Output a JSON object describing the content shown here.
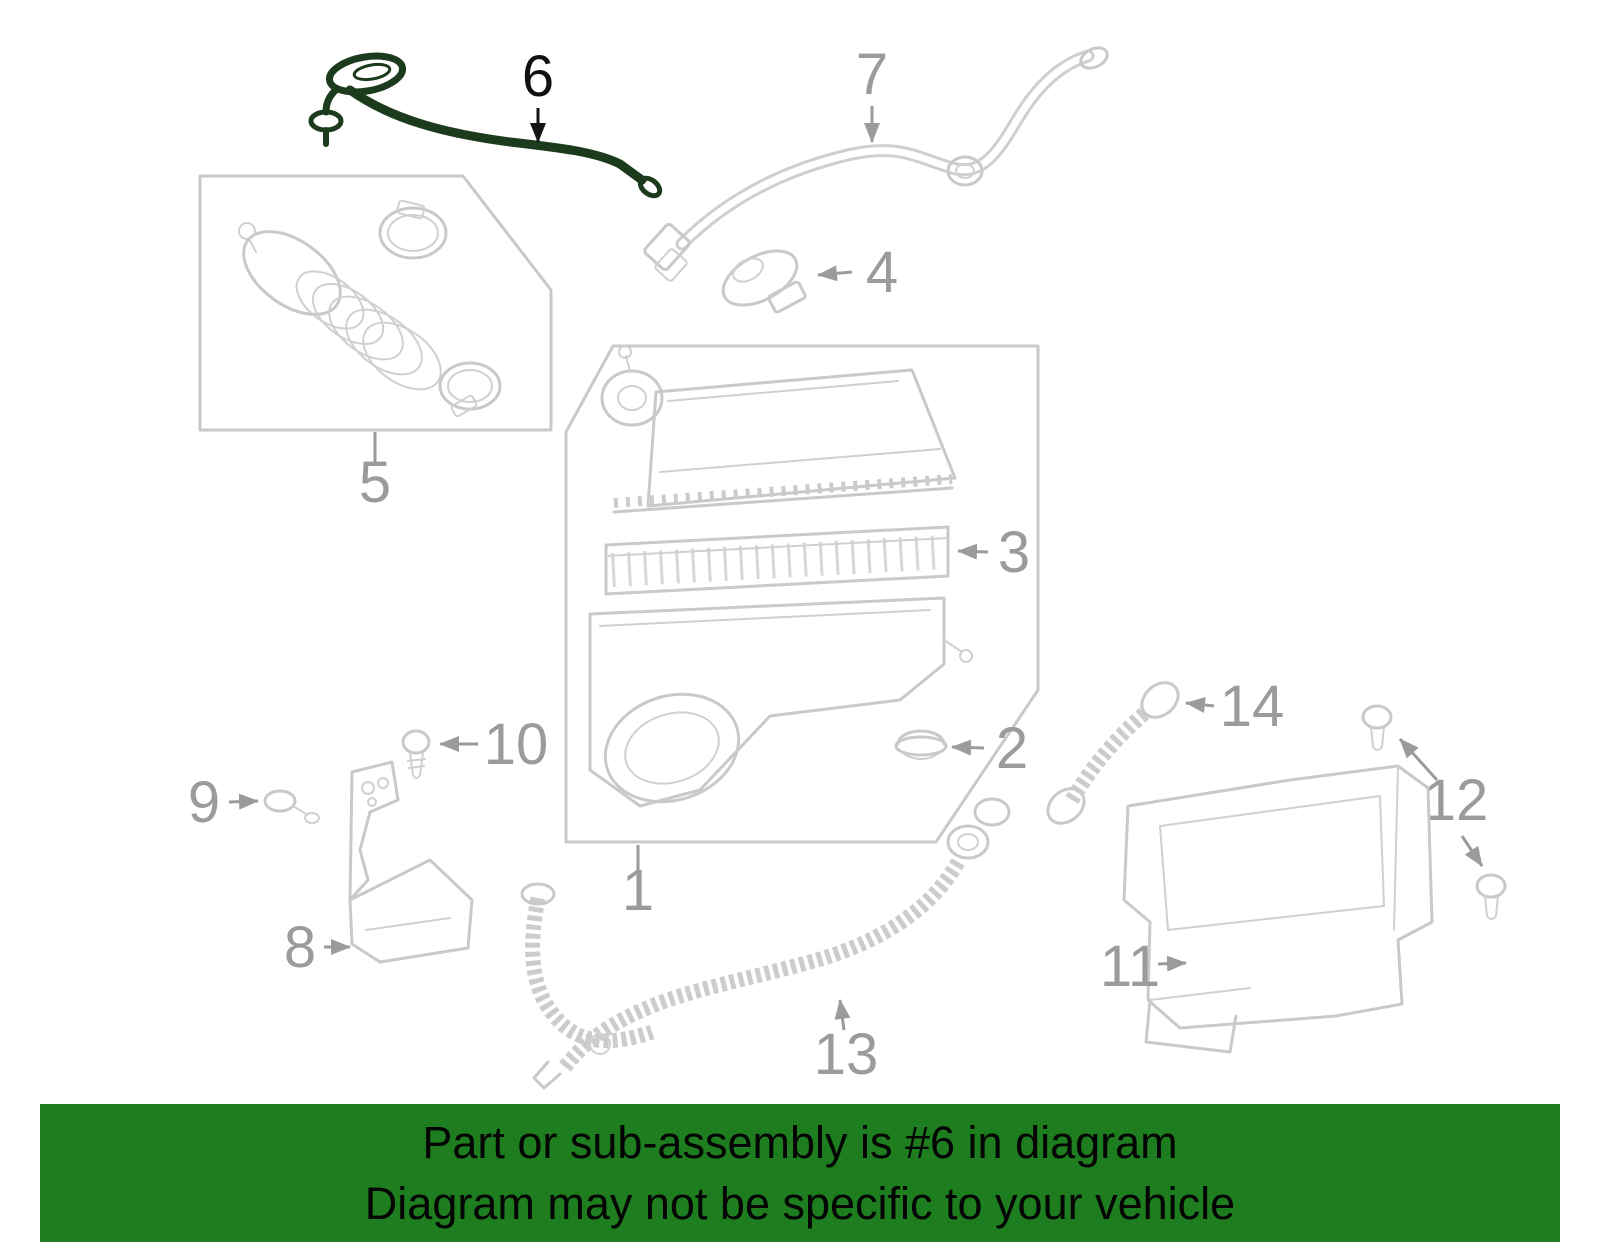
{
  "page": {
    "background_color": "#ffffff"
  },
  "diagram": {
    "line_color": "#c9c9c9",
    "callout_color": "#9b9b9b",
    "highlight_color": "#1c3a1c",
    "highlighted_part": "6",
    "callouts": [
      "1",
      "2",
      "3",
      "4",
      "5",
      "6",
      "7",
      "8",
      "9",
      "10",
      "11",
      "12",
      "13",
      "14"
    ]
  },
  "banner": {
    "background_color": "#1e7d1e",
    "text_color": "#040404",
    "line1": "Part or sub-assembly is #6 in diagram",
    "line2": "Diagram may not be specific to your vehicle"
  }
}
